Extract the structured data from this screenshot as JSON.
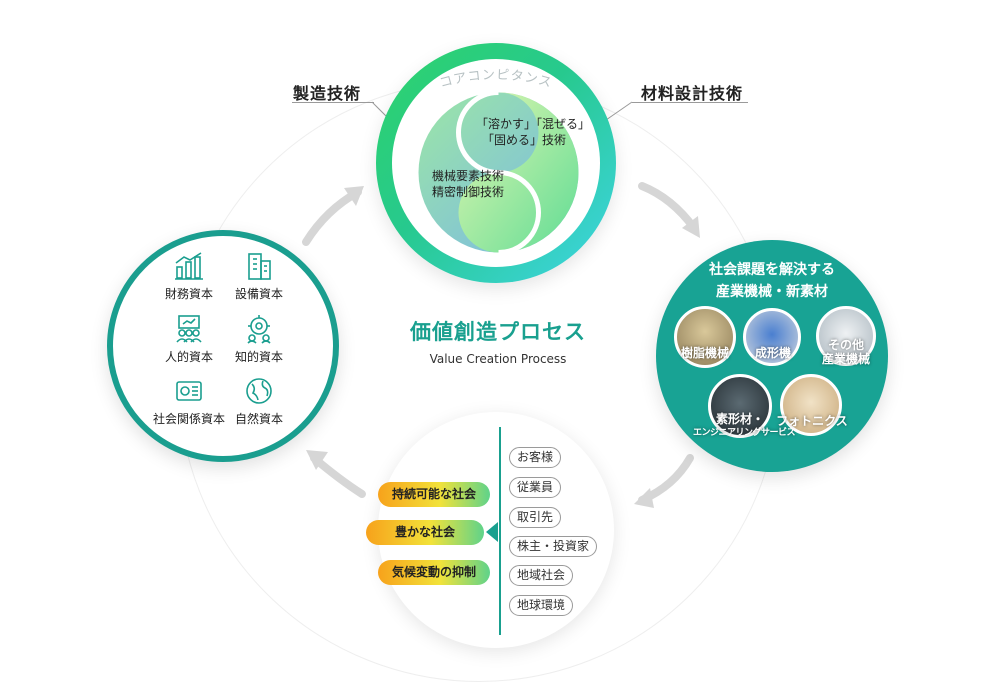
{
  "core": {
    "arc_title": "コアコンピタンス",
    "line1": "「溶かす」「混ぜる」",
    "line2": "「固める」技術",
    "line3": "機械要素技術",
    "line4": "精密制御技術"
  },
  "labels": {
    "left": "製造技術",
    "right": "材料設計技術"
  },
  "center": {
    "title": "価値創造プロセス",
    "subtitle": "Value Creation Process"
  },
  "right_circle": {
    "title_line1": "社会課題を解決する",
    "title_line2": "産業機械・新素材",
    "products": [
      {
        "label": "樹脂機械"
      },
      {
        "label": "成形機"
      },
      {
        "label_line1": "その他",
        "label_line2": "産業機械"
      },
      {
        "label_line1": "素形材・",
        "label_line2": "エンジニアリングサービス"
      },
      {
        "label": "フォトニクス"
      }
    ]
  },
  "capitals": [
    {
      "label": "財務資本",
      "icon": "finance-chart-icon"
    },
    {
      "label": "設備資本",
      "icon": "building-icon"
    },
    {
      "label": "人的資本",
      "icon": "people-icon"
    },
    {
      "label": "知的資本",
      "icon": "brain-gear-icon"
    },
    {
      "label": "社会関係資本",
      "icon": "handshake-icon"
    },
    {
      "label": "自然資本",
      "icon": "globe-icon"
    }
  ],
  "outcomes": [
    {
      "label": "持続可能な社会"
    },
    {
      "label": "豊かな社会"
    },
    {
      "label": "気候変動の抑制"
    }
  ],
  "stakeholders": [
    {
      "label": "お客様"
    },
    {
      "label": "従業員"
    },
    {
      "label": "取引先"
    },
    {
      "label": "株主・投資家"
    },
    {
      "label": "地域社会"
    },
    {
      "label": "地球環境"
    }
  ],
  "colors": {
    "teal": "#1a9e8f",
    "green": "#2ed36a",
    "cyan": "#3fd5e6",
    "orange": "#f7a21b",
    "arrow_gray": "#d6d6d6"
  }
}
